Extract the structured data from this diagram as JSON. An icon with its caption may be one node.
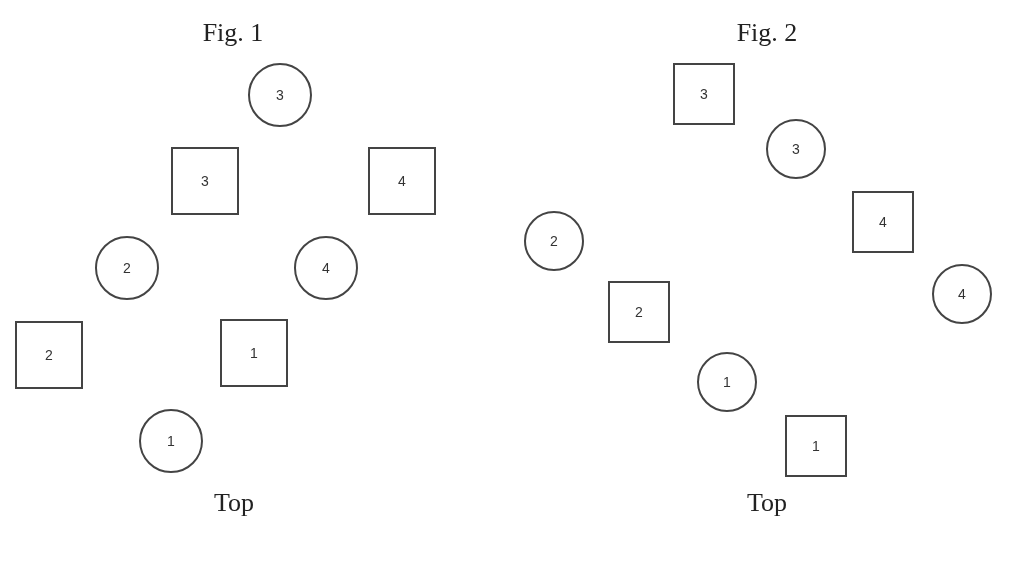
{
  "diagram": {
    "nodes": [
      {
        "text": [
          "3"
        ]
      },
      {
        "text": [
          "3"
        ]
      },
      {
        "text": [
          "4"
        ]
      },
      {
        "text": [
          "2"
        ]
      },
      {
        "text": [
          "4"
        ]
      },
      {
        "text": [
          "2"
        ]
      },
      {
        "text": [
          "1"
        ]
      },
      {
        "text": [
          "1"
        ]
      },
      {
        "text": [
          "3"
        ]
      },
      {
        "text": [
          "3"
        ]
      },
      {
        "text": [
          "4"
        ]
      },
      {
        "text": [
          "2"
        ]
      },
      {
        "text": [
          "4"
        ]
      },
      {
        "text": [
          "2"
        ]
      },
      {
        "text": [
          "1"
        ]
      },
      {
        "text": [
          "1"
        ]
      }
    ],
    "labels": [
      "Fig. 1",
      "Fig. 2",
      "Top",
      "Top"
    ]
  }
}
